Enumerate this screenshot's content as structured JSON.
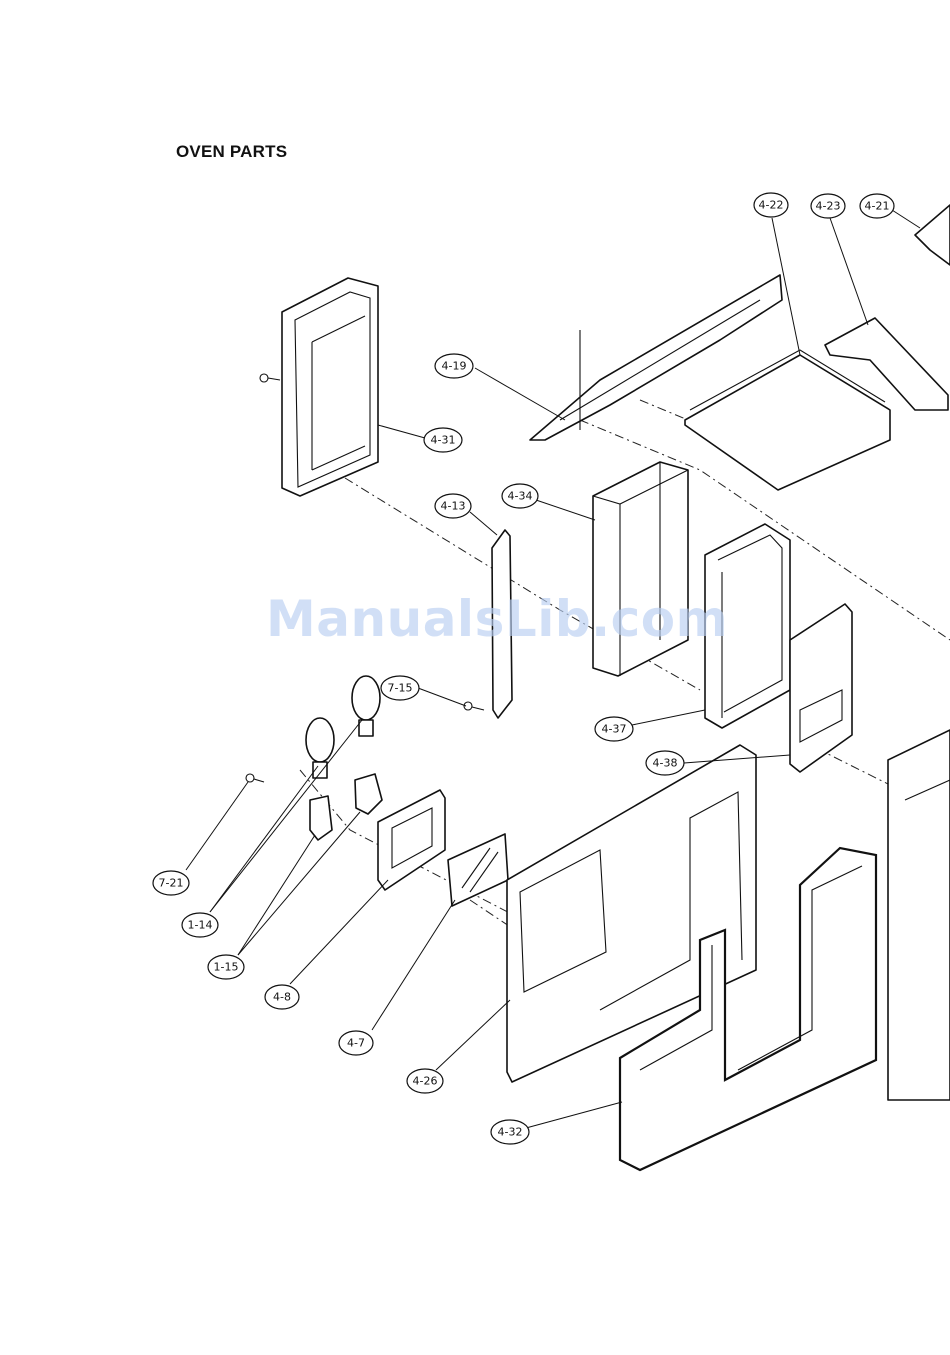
{
  "title": "OVEN PARTS",
  "watermark": "ManualsLib.com",
  "callouts": [
    {
      "id": "4-22",
      "label": "4-22"
    },
    {
      "id": "4-23",
      "label": "4-23"
    },
    {
      "id": "4-21",
      "label": "4-21"
    },
    {
      "id": "4-19",
      "label": "4-19"
    },
    {
      "id": "4-31",
      "label": "4-31"
    },
    {
      "id": "4-13",
      "label": "4-13"
    },
    {
      "id": "4-34",
      "label": "4-34"
    },
    {
      "id": "7-15",
      "label": "7-15"
    },
    {
      "id": "4-37",
      "label": "4-37"
    },
    {
      "id": "4-38",
      "label": "4-38"
    },
    {
      "id": "7-21",
      "label": "7-21"
    },
    {
      "id": "1-14",
      "label": "1-14"
    },
    {
      "id": "1-15",
      "label": "1-15"
    },
    {
      "id": "4-8",
      "label": "4-8"
    },
    {
      "id": "4-7",
      "label": "4-7"
    },
    {
      "id": "4-26",
      "label": "4-26"
    },
    {
      "id": "4-32",
      "label": "4-32"
    }
  ]
}
